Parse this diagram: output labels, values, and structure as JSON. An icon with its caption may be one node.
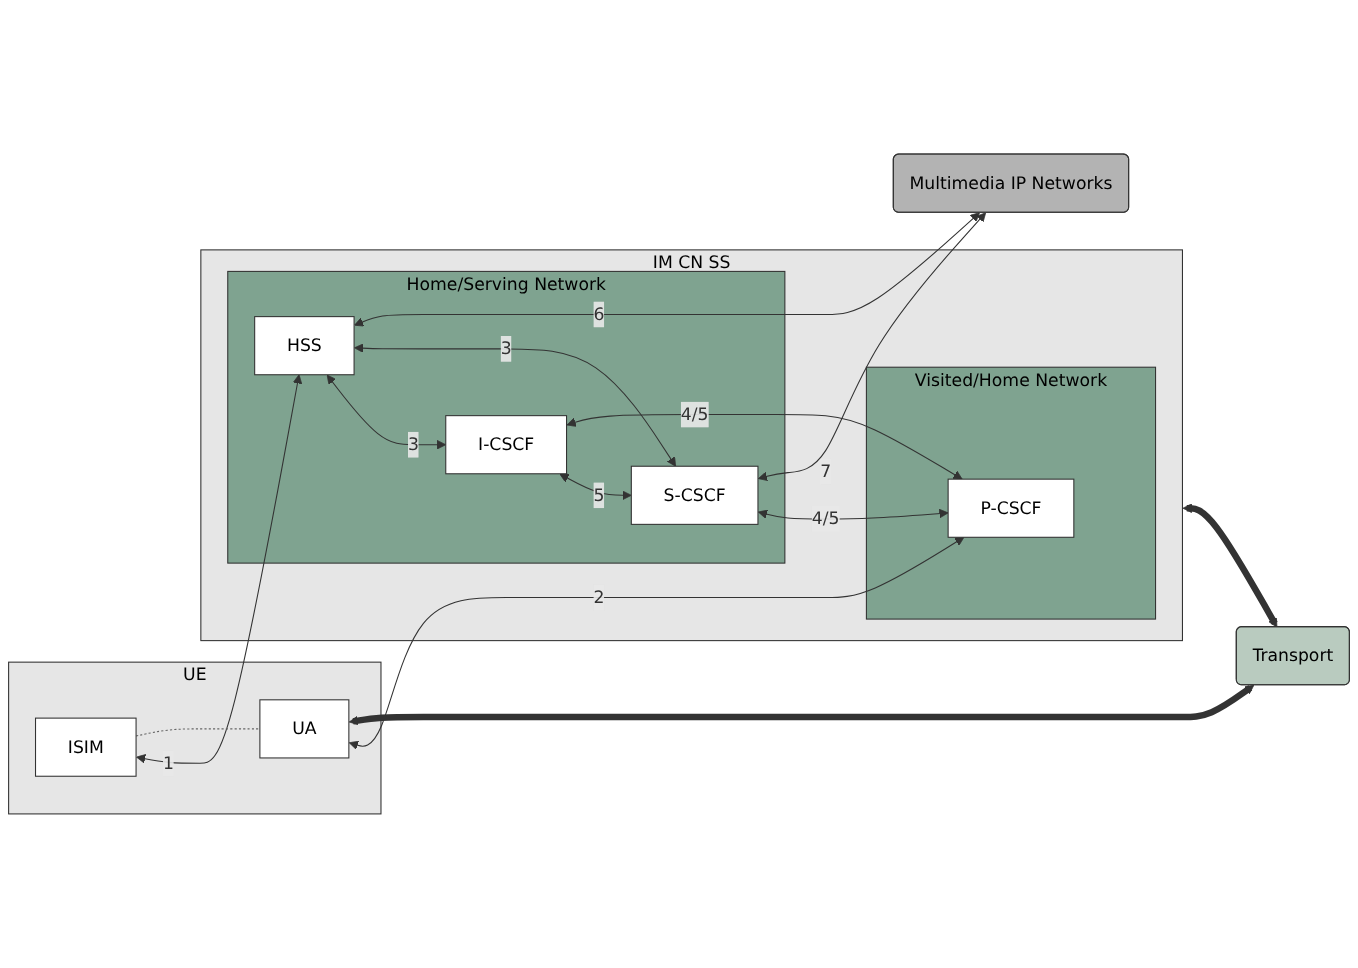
{
  "diagram": {
    "nodes": [
      {
        "text": [
          "UE"
        ]
      },
      {
        "text": [
          "ISIM"
        ],
        "in": 0
      },
      {
        "text": [
          "UA"
        ],
        "in": 0
      },
      {
        "text": [
          "IM CN SS"
        ]
      },
      {
        "text": [
          "Home/Serving Network"
        ],
        "in": 3
      },
      {
        "text": [
          "HSS"
        ],
        "in": 4
      },
      {
        "text": [
          "I-CSCF"
        ],
        "in": 4
      },
      {
        "text": [
          "S-CSCF"
        ],
        "in": 4
      },
      {
        "text": [
          "Visited/Home Network"
        ],
        "in": 3
      },
      {
        "text": [
          "P-CSCF"
        ],
        "in": 8
      },
      {
        "text": [
          "Multimedia IP Networks"
        ]
      },
      {
        "text": [
          "Transport"
        ]
      }
    ],
    "edges": [
      {
        "from": 1,
        "to": 5,
        "arrow": "both",
        "label": "1"
      },
      {
        "from": 1,
        "to": 2,
        "arrow": "none",
        "style": "dashed",
        "color": "#666666"
      },
      {
        "from": 2,
        "to": 9,
        "arrow": "both",
        "label": "2"
      },
      {
        "from": 5,
        "to": 6,
        "arrow": "both",
        "label": "3"
      },
      {
        "from": 5,
        "to": 7,
        "arrow": "both",
        "label": "3"
      },
      {
        "from": 6,
        "to": 7,
        "arrow": "both",
        "label": "5"
      },
      {
        "from": 6,
        "to": 9,
        "arrow": "both",
        "label": "4/5"
      },
      {
        "from": 7,
        "to": 9,
        "arrow": "both",
        "label": "4/5"
      },
      {
        "from": 5,
        "to": 10,
        "arrow": "both",
        "label": "6"
      },
      {
        "from": 7,
        "to": 10,
        "arrow": "both",
        "label": "7"
      },
      {
        "from": 2,
        "to": 11,
        "arrow": "both",
        "style": "thick"
      },
      {
        "from": 3,
        "to": 11,
        "arrow": "both",
        "style": "thick"
      }
    ]
  }
}
